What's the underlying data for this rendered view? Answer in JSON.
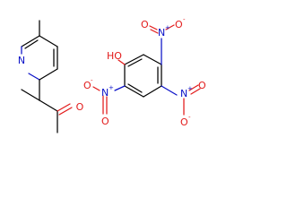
{
  "molecules": [
    {
      "id": "pyridinyl-butanone",
      "labels": {
        "ring_nitrogen": "N",
        "ketone_oxygen": "O"
      }
    },
    {
      "id": "picric-acid",
      "labels": {
        "hydroxyl": "HO",
        "nitro_top": {
          "n": "N",
          "n_charge": "+",
          "o_left": "O",
          "o_right": "O",
          "o_charge": "-"
        },
        "nitro_left": {
          "n": "N",
          "n_charge": "+",
          "o_left": "O",
          "o_right": "O",
          "o_charge": "-"
        },
        "nitro_right": {
          "n": "N",
          "n_charge": "+",
          "o_left": "O",
          "o_right": "O",
          "o_charge": "-"
        }
      }
    }
  ],
  "colors": {
    "bond": "#000000",
    "nitrogen": "#0b12c8",
    "oxygen": "#e21a1a"
  }
}
